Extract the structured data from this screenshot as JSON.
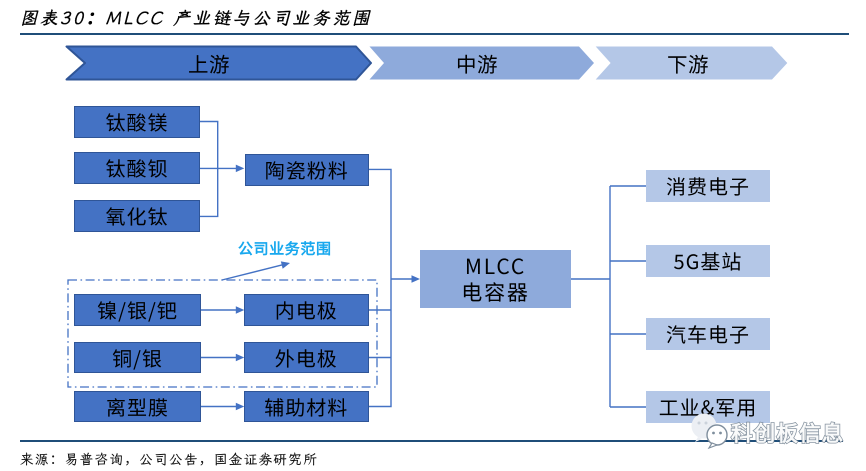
{
  "figure": {
    "title": "图表30：MLCC 产业链与公司业务范围",
    "source_note": "来源：易普咨询，公司公告，国金证券研究所"
  },
  "chain_stages": [
    {
      "label": "上游",
      "color": "#4472C4"
    },
    {
      "label": "中游",
      "color": "#8EAADB"
    },
    {
      "label": "下游",
      "color": "#B4C7E7"
    }
  ],
  "upstream": {
    "powder_inputs": [
      "钛酸镁",
      "钛酸钡",
      "氧化钛"
    ],
    "powder_node": "陶瓷粉料",
    "scope_label": "公司业务范围",
    "material_rows": [
      {
        "input": "镍/银/钯",
        "output": "内电极"
      },
      {
        "input": "铜/银",
        "output": "外电极"
      },
      {
        "input": "离型膜",
        "output": "辅助材料"
      }
    ]
  },
  "midstream": {
    "product_lines": [
      "MLCC",
      "电容器"
    ]
  },
  "downstream": {
    "applications": [
      "消费电子",
      "5G基站",
      "汽车电子",
      "工业&军用"
    ]
  },
  "watermark": {
    "text": "科创板信息"
  },
  "colors": {
    "node_dark": "#4472C4",
    "node_dark_border": "#2F5597",
    "node_mid": "#8EAADB",
    "node_light": "#B4C7E7",
    "connector": "#4472C4",
    "rule": "#1F4E79",
    "scope_text": "#18A8EE"
  }
}
